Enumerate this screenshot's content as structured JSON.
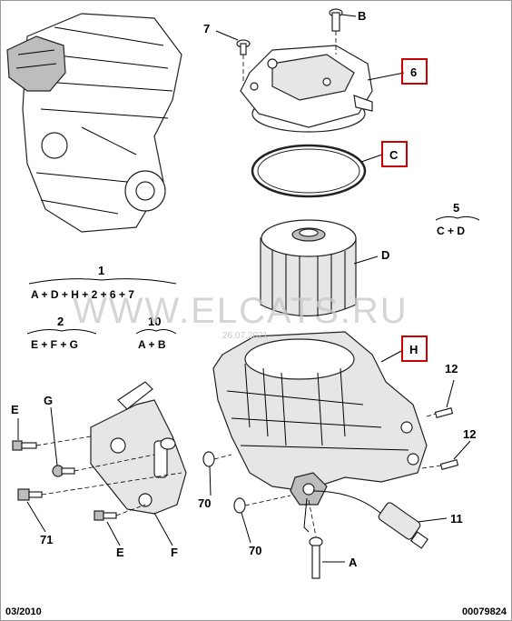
{
  "labels": {
    "n7": "7",
    "B_top": "B",
    "n6": "6",
    "C": "C",
    "n5": "5",
    "D": "D",
    "n1": "1",
    "n2": "2",
    "n10": "10",
    "H": "H",
    "n12a": "12",
    "n12b": "12",
    "E_left": "E",
    "G": "G",
    "n70a": "70",
    "n70b": "70",
    "n71": "71",
    "E_bottom": "E",
    "F": "F",
    "n11": "11",
    "A": "A"
  },
  "equations": {
    "eq5": "C + D",
    "eq1": "A + D + H + 2 + 6 + 7",
    "eq2": "E + F + G",
    "eq10": "A + B"
  },
  "watermark": {
    "text": "WWW.ELCATS.RU",
    "date": "26.07.2021"
  },
  "footer": {
    "date": "03/2010",
    "ref": "00079824"
  },
  "highlight_color": "#cc0000"
}
